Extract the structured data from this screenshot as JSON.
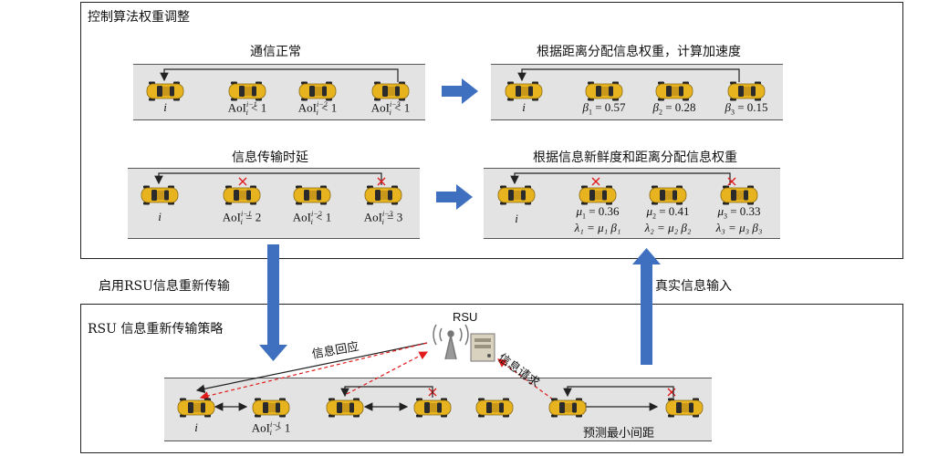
{
  "panels": {
    "top_title": "控制算法权重调整",
    "bottom_title": "RSU 信息重新传输策略"
  },
  "scenarios": {
    "normal": {
      "title": "通信正常",
      "labels": [
        "i",
        "AoI",
        "AoI",
        "AoI"
      ],
      "exps": [
        "",
        "i−1",
        "i−2",
        "i−3"
      ],
      "subs": [
        "",
        "i",
        "i",
        "i"
      ],
      "conds": [
        "",
        "< 1",
        "< 1",
        "< 1"
      ]
    },
    "normal_result": {
      "title": "根据距离分配信息权重，计算加速度",
      "labels": [
        "i",
        "β",
        "β",
        "β"
      ],
      "subs": [
        "",
        "1",
        "2",
        "3"
      ],
      "vals": [
        "",
        "= 0.57",
        "= 0.28",
        "= 0.15"
      ]
    },
    "delay": {
      "title": "信息传输时延",
      "labels": [
        "i",
        "AoI",
        "AoI",
        "AoI"
      ],
      "exps": [
        "",
        "i−1",
        "i−2",
        "i−3"
      ],
      "subs": [
        "",
        "i",
        "i",
        "i"
      ],
      "conds": [
        "",
        "= 2",
        "< 1",
        "= 3"
      ]
    },
    "delay_result": {
      "title": "根据信息新鲜度和距离分配信息权重",
      "labels": [
        "i",
        "μ",
        "μ",
        "μ"
      ],
      "subs": [
        "",
        "1",
        "2",
        "3"
      ],
      "vals": [
        "",
        "= 0.36",
        "= 0.41",
        "= 0.33"
      ],
      "lambda_lines": [
        "λ₁ = μ₁ β₁",
        "λ₂ = μ₂ β₂",
        "λ₃ = μ₃ β₃"
      ]
    }
  },
  "flow": {
    "enable_rsu": "启用RSU信息重新传输",
    "real_info": "真实信息输入"
  },
  "rsu": {
    "label": "RSU",
    "reply": "信息回应",
    "request": "信息请求",
    "ego_label": "i",
    "aoi_label": "AoI",
    "aoi_exp": "i−1",
    "aoi_sub": "i",
    "aoi_cond": "> 1",
    "min_gap": "预测最小间距"
  },
  "colors": {
    "car_body": "#e7b420",
    "car_window": "#2b2b2b",
    "big_arrow": "#3f6fbf",
    "dashed": "#e01b1b",
    "road": "#e3e3e3"
  }
}
